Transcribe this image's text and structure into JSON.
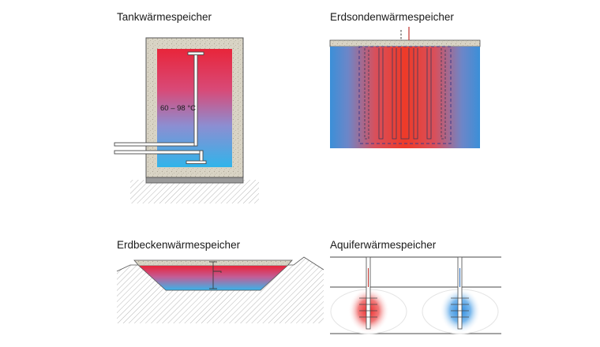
{
  "panels": {
    "tank": {
      "title": "Tankwärmespeicher",
      "temperature_label": "60 – 98 °C"
    },
    "borehole": {
      "title": "Erdsondenwärmespeicher"
    },
    "pit": {
      "title": "Erdbeckenwärmespeicher"
    },
    "aquifer": {
      "title": "Aquiferwärmespeicher"
    }
  },
  "colors": {
    "hot": "#e8323c",
    "cold": "#38b4e8",
    "insulation": "#d8d3c4",
    "ground_hatch": "#9a9a9a",
    "outline": "#4a4a4a"
  }
}
